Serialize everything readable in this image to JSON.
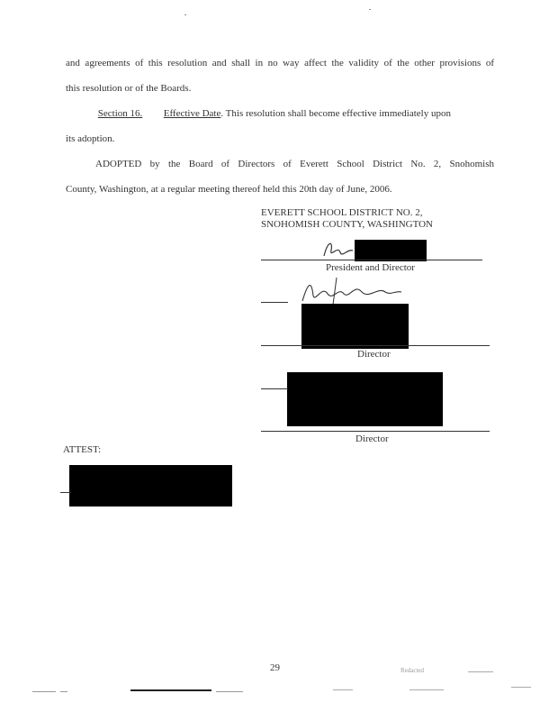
{
  "document": {
    "paragraph_end_line1": "and agreements of this resolution and shall in no way affect the validity of the other provisions of",
    "paragraph_end_line2": "this resolution or of the Boards.",
    "section_label": "Section 16.",
    "section_title": "Effective Date",
    "section_text": ". This resolution shall become effective immediately upon",
    "section_text_line2": "its adoption.",
    "adopted_line1": "ADOPTED by the Board of Directors of Everett School District No. 2, Snohomish",
    "adopted_line2": "County, Washington, at a regular meeting thereof held this 20th day of June, 2006."
  },
  "signatures": {
    "org_line1": "EVERETT SCHOOL DISTRICT NO. 2,",
    "org_line2": "SNOHOMISH COUNTY, WASHINGTON",
    "signer1_title": "President and Director",
    "signer2_title": "Director",
    "signer3_title": "Director",
    "attest_label": "ATTEST:"
  },
  "footer": {
    "page_number": "29",
    "stamp": "Redacted"
  }
}
